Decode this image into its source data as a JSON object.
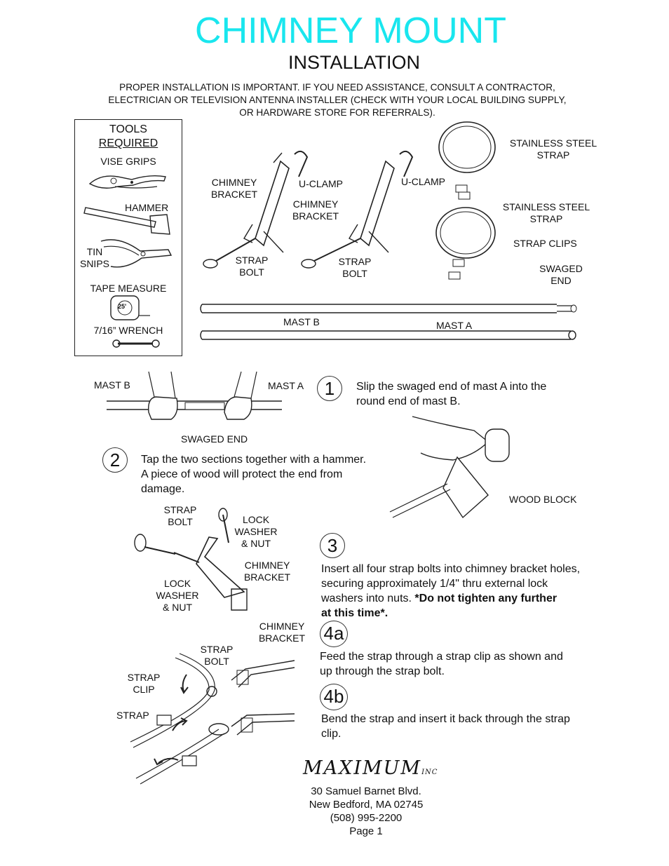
{
  "header": {
    "title": "CHIMNEY MOUNT",
    "subtitle": "INSTALLATION",
    "intro_line1": "PROPER INSTALLATION IS IMPORTANT.   IF YOU NEED ASSISTANCE, CONSULT A CONTRACTOR,",
    "intro_line2": "ELECTRICIAN OR TELEVISION ANTENNA INSTALLER (CHECK WITH YOUR LOCAL BUILDING SUPPLY,",
    "intro_line3": "OR HARDWARE STORE FOR REFERRALS)."
  },
  "tools": {
    "heading_line1": "TOOLS",
    "heading_line2": "REQUIRED",
    "vise_grips": "VISE GRIPS",
    "hammer": "HAMMER",
    "tin_snips_line1": "TIN",
    "tin_snips_line2": "SNIPS",
    "tape_measure": "TAPE MEASURE",
    "tape_badge": "25'",
    "wrench": "7/16” WRENCH"
  },
  "parts": {
    "chimney_bracket_line1": "CHIMNEY",
    "chimney_bracket_line2": "BRACKET",
    "u_clamp": "U-CLAMP",
    "strap_bolt_line1": "STRAP",
    "strap_bolt_line2": "BOLT",
    "stainless_line1": "STAINLESS STEEL",
    "stainless_line2": "STRAP",
    "strap_clips": "STRAP CLIPS",
    "swaged_line1": "SWAGED",
    "swaged_line2": "END",
    "mast_b": "MAST B",
    "mast_a": "MAST A"
  },
  "steps": {
    "s1_num": "1",
    "s1_line1": "Slip the swaged end of mast A into the",
    "s1_line2": "round end of mast B.",
    "s1_mast_b": "MAST B",
    "s1_mast_a": "MAST A",
    "s1_swaged": "SWAGED END",
    "s2_num": "2",
    "s2_line1": "Tap the two sections together with a hammer.",
    "s2_line2": "A piece of wood will protect the end from",
    "s2_line3": "damage.",
    "s2_wood": "WOOD BLOCK",
    "s3_num": "3",
    "s3_line1": "Insert all four strap bolts into chimney bracket holes,",
    "s3_line2": "securing approximately 1/4\" thru external lock",
    "s3_line3_plain": "washers into nuts. ",
    "s3_line3_bold": "*Do not tighten any further",
    "s3_line4_bold": "at this time*.",
    "s3_strap_line1": "STRAP",
    "s3_strap_line2": "BOLT",
    "s3_lock1_line1": "LOCK",
    "s3_lock1_line2": "WASHER",
    "s3_lock1_line3": "& NUT",
    "s3_lock2_line1": "LOCK",
    "s3_lock2_line2": "WASHER",
    "s3_lock2_line3": "& NUT",
    "s3_cb_line1": "CHIMNEY",
    "s3_cb_line2": "BRACKET",
    "s4a_num": "4a",
    "s4a_line1": "Feed the strap through a strap clip as shown and",
    "s4a_line2": "up through the strap bolt.",
    "s4b_num": "4b",
    "s4b_line1": "Bend the strap and insert it back through the strap",
    "s4b_line2": "clip.",
    "s4_cb_line1": "CHIMNEY",
    "s4_cb_line2": "BRACKET",
    "s4_sb_line1": "STRAP",
    "s4_sb_line2": "BOLT",
    "s4_clip_line1": "STRAP",
    "s4_clip_line2": "CLIP",
    "s4_strap": "STRAP"
  },
  "footer": {
    "logo_main": "MAXIMUM",
    "logo_suffix": "INC",
    "address1": "30 Samuel Barnet Blvd.",
    "address2": "New Bedford, MA 02745",
    "phone": "(508) 995-2200",
    "page": "Page 1"
  }
}
